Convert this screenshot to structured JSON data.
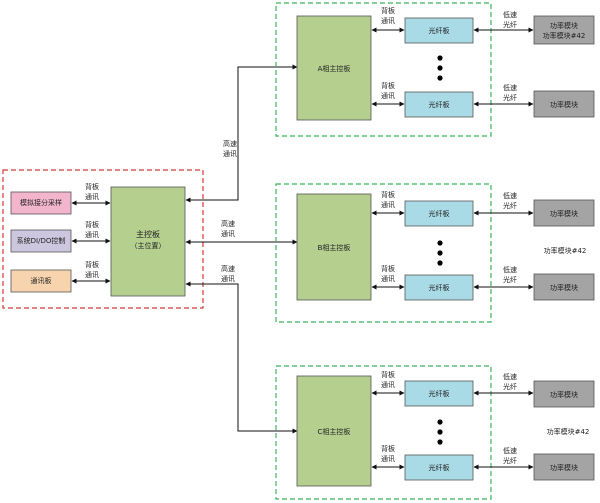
{
  "colors": {
    "green_box": "#b5cf8f",
    "blue_box": "#a9dbe7",
    "gray_box": "#a4a4a4",
    "red_box": "#f2b5cb",
    "lavender_box": "#cdc6df",
    "orange_box": "#f7d4ad",
    "green_dash": "#35b55b",
    "red_dash": "#d23a3a"
  },
  "left_group": {
    "sampling_board": "模拟接分采样",
    "system_io_board": "系统DI/DO控制",
    "comm_board": "通讯板",
    "main_board_title": "主控板",
    "main_board_sub": "（主位置）",
    "backplane_label_1": "背板",
    "backplane_label_2": "通讯"
  },
  "connections": {
    "high_speed_1": "高速",
    "high_speed_2": "通讯",
    "backplane_1": "背板",
    "backplane_2": "通讯",
    "low_speed_1": "低速",
    "low_speed_2": "光纤"
  },
  "phase_a": {
    "controller": "A相主控板",
    "fiber_board": "光纤板",
    "power_module_top": "功率模块",
    "power_module_top_sub": "功率模块#42",
    "power_module_bottom": "功率模块"
  },
  "phase_b": {
    "controller": "B相主控板",
    "fiber_board": "光纤板",
    "power_module": "功率模块",
    "power_module_count": "功率模块#42"
  },
  "phase_c": {
    "controller": "C相主控板",
    "fiber_board": "光纤板",
    "power_module": "功率模块",
    "power_module_count": "功率模块#42"
  }
}
